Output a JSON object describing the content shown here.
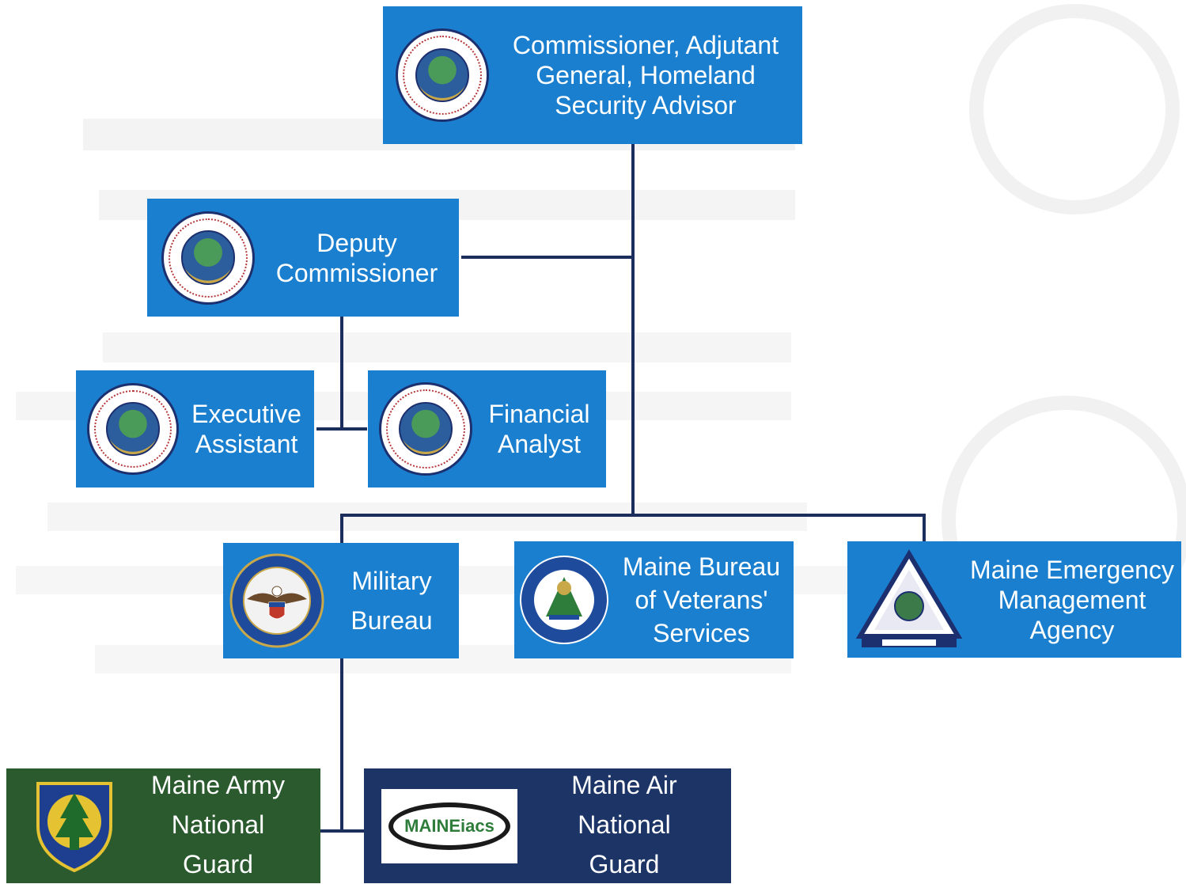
{
  "nodes": {
    "commissioner": {
      "label": "Commissioner, Adjutant\nGeneral, Homeland\nSecurity Advisor",
      "icon": "department-seal-icon"
    },
    "deputy": {
      "label": "Deputy\nCommissioner",
      "icon": "department-seal-icon"
    },
    "executive_assistant": {
      "label": "Executive\nAssistant",
      "icon": "department-seal-icon"
    },
    "financial_analyst": {
      "label": "Financial\nAnalyst",
      "icon": "department-seal-icon"
    },
    "military_bureau": {
      "label": "Military\nBureau",
      "icon": "department-of-defense-seal-icon"
    },
    "veterans_bureau": {
      "label": "Maine Bureau\nof Veterans'\nServices",
      "icon": "veterans-services-seal-icon"
    },
    "mema": {
      "label": "Maine Emergency\nManagement\nAgency",
      "icon": "emergency-management-agency-logo-icon"
    },
    "army_guard": {
      "label": "Maine Army\nNational\nGuard",
      "icon": "army-guard-shield-icon"
    },
    "air_guard": {
      "label": "Maine Air\nNational\nGuard",
      "icon": "maineiacs-logo-icon",
      "logo_text": "MAINEiacs"
    }
  },
  "colors": {
    "box_blue": "#1b7fcf",
    "army_green": "#2a5a2d",
    "air_navy": "#1d3566",
    "connector": "#1c2e5c"
  }
}
